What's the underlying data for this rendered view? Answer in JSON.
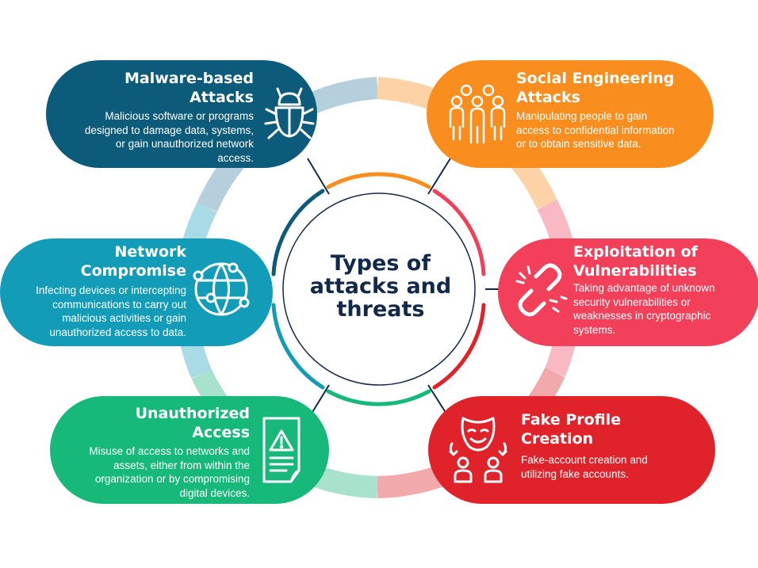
{
  "center": {
    "title": "Types of\nattacks and\nthreats"
  },
  "colors": {
    "malware": "#0d5b7a",
    "social": "#f98d1e",
    "network": "#129cb8",
    "exploit": "#f2405a",
    "unauthorized": "#16b97a",
    "fake": "#e0232a",
    "center_text": "#13294a"
  },
  "cards": {
    "malware": {
      "title": "Malware-based\nAttacks",
      "desc": "Malicious software or programs\ndesigned to damage data, systems,\nor gain unauthorized network\naccess.",
      "icon": "bug-icon"
    },
    "social": {
      "title": "Social Engineering\nAttacks",
      "desc": "Manipulating people to gain\naccess to confidential information\nor to obtain sensitive data.",
      "icon": "people-group-icon"
    },
    "network": {
      "title": "Network\nCompromise",
      "desc": "Infecting devices or intercepting\ncommunications to carry out\nmalicious activities or gain\nunauthorized access to data.",
      "icon": "globe-network-icon"
    },
    "exploit": {
      "title": "Exploitation of\nVulnerabilities",
      "desc": "Taking advantage of unknown\nsecurity vulnerabilities or\nweaknesses in cryptographic\nsystems.",
      "icon": "broken-chain-icon"
    },
    "unauthorized": {
      "title": "Unauthorized\nAccess",
      "desc": "Misuse of access to networks and\nassets, either from within the\norganization or by compromising\ndigital devices.",
      "icon": "warning-document-icon"
    },
    "fake": {
      "title": "Fake Profile\nCreation",
      "desc": "Fake-account creation and\nutilizing fake accounts.",
      "icon": "mask-users-icon"
    }
  }
}
